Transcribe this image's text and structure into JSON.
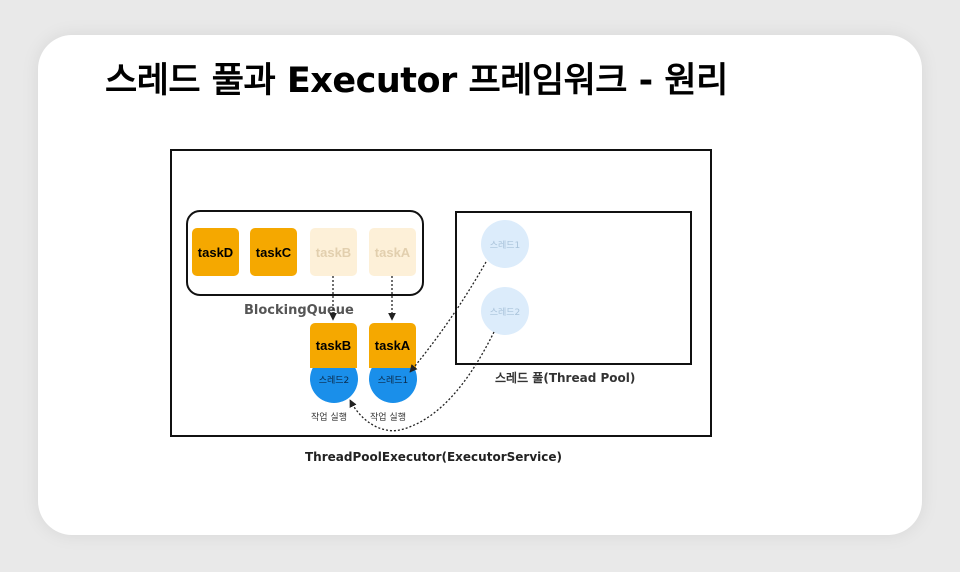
{
  "title": "스레드 풀과 Executor 프레임워크 - 원리",
  "queue": {
    "label": "BlockingQueue",
    "tasks": [
      {
        "name": "taskD",
        "state": "waiting"
      },
      {
        "name": "taskC",
        "state": "waiting"
      },
      {
        "name": "taskB",
        "state": "taken"
      },
      {
        "name": "taskA",
        "state": "taken"
      }
    ]
  },
  "pool": {
    "label": "스레드 풀(Thread Pool)",
    "idle_threads": [
      "스레드1",
      "스레드2"
    ]
  },
  "running": [
    {
      "task": "taskB",
      "thread": "스레드2",
      "status": "작업 실행"
    },
    {
      "task": "taskA",
      "thread": "스레드1",
      "status": "작업 실행"
    }
  ],
  "executor_label": "ThreadPoolExecutor(ExecutorService)",
  "colors": {
    "task_active": "#f5a800",
    "task_faded": "#fdf0d8",
    "thread_busy": "#1a8fea",
    "thread_idle": "#dcecfb"
  }
}
